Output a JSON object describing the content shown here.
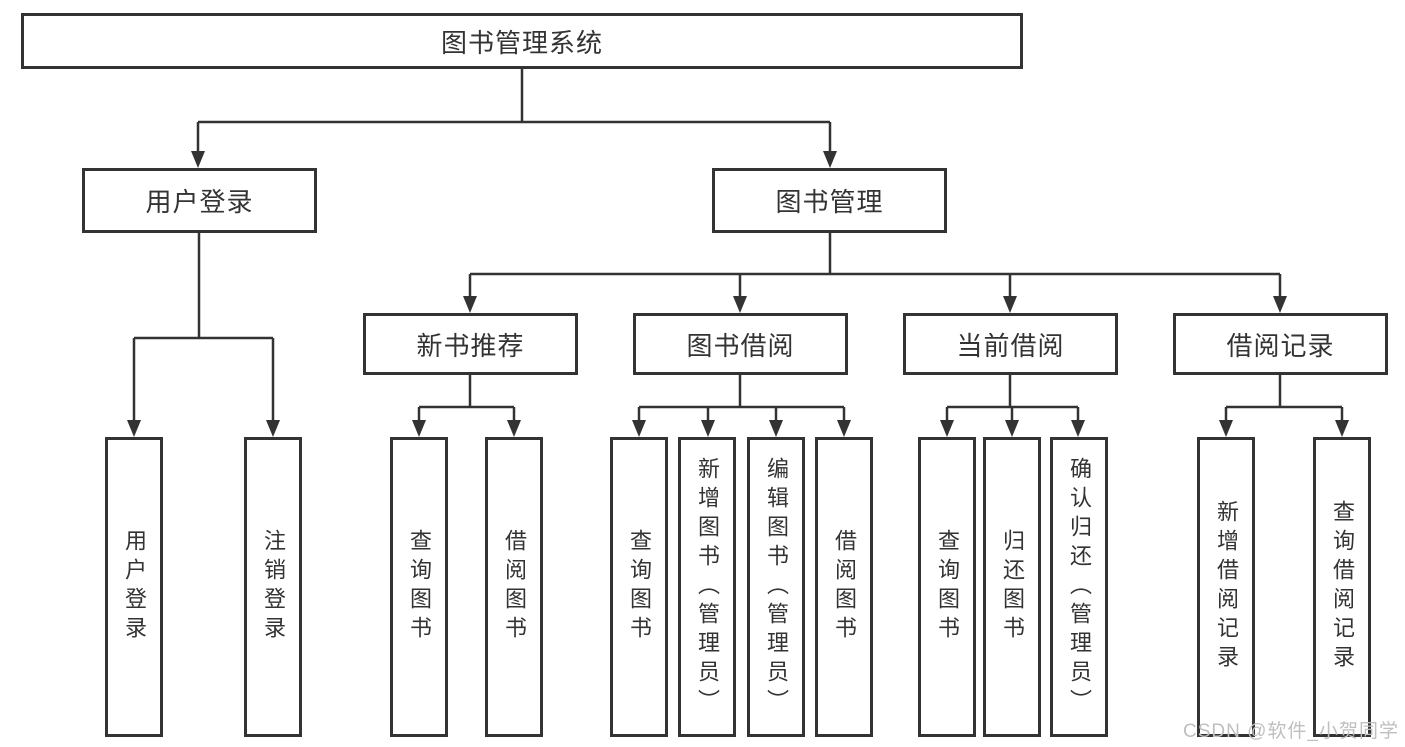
{
  "diagram": {
    "root": {
      "label": "图书管理系统",
      "children": [
        {
          "label": "用户登录",
          "children": [
            {
              "label": "用户登录"
            },
            {
              "label": "注销登录"
            }
          ]
        },
        {
          "label": "图书管理",
          "children": [
            {
              "label": "新书推荐",
              "children": [
                {
                  "label": "查询图书"
                },
                {
                  "label": "借阅图书"
                }
              ]
            },
            {
              "label": "图书借阅",
              "children": [
                {
                  "label": "查询图书"
                },
                {
                  "label": "新增图书（管理员）"
                },
                {
                  "label": "编辑图书（管理员）"
                },
                {
                  "label": "借阅图书"
                }
              ]
            },
            {
              "label": "当前借阅",
              "children": [
                {
                  "label": "查询图书"
                },
                {
                  "label": "归还图书"
                },
                {
                  "label": "确认归还（管理员）"
                }
              ]
            },
            {
              "label": "借阅记录",
              "children": [
                {
                  "label": "新增借阅记录"
                },
                {
                  "label": "查询借阅记录"
                }
              ]
            }
          ]
        }
      ]
    }
  },
  "watermark": {
    "text": "CSDN @软件_小贺同学"
  },
  "colors": {
    "line": "#333333",
    "box_border": "#333333",
    "text": "#333333",
    "watermark": "#bfbfbf",
    "background": "#ffffff"
  }
}
